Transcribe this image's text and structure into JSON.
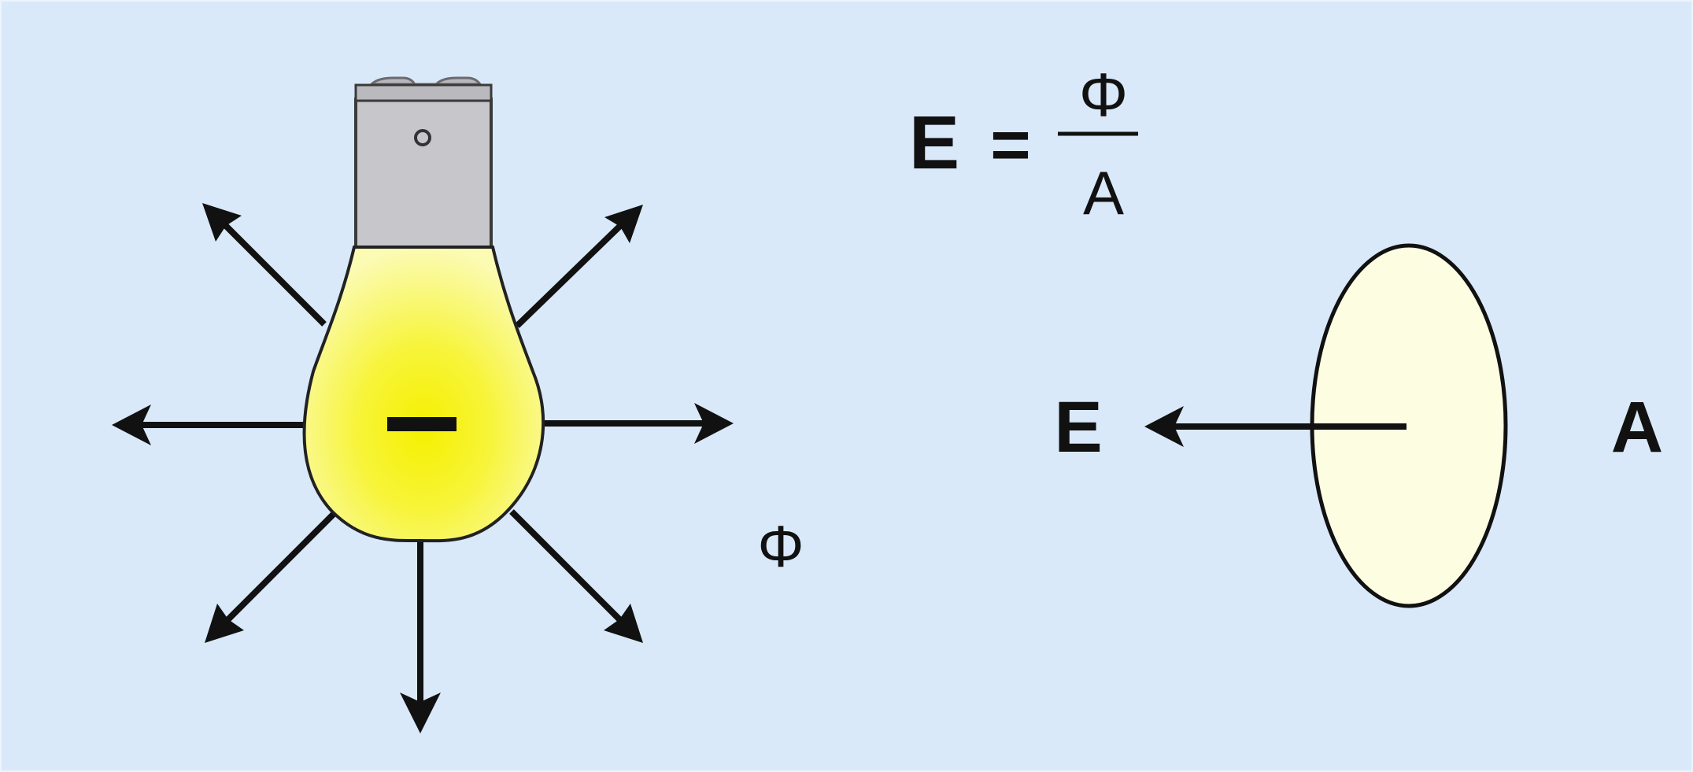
{
  "formula": {
    "lhs": "E",
    "equals": "=",
    "numerator": "Φ",
    "denominator": "A"
  },
  "labels": {
    "flux": "Φ",
    "illuminance": "E",
    "area": "A"
  },
  "colors": {
    "background": "#d9e9f9",
    "bulb_glow": "#f7f41a",
    "bulb_edge": "#fbfbb0",
    "socket": "#c8c8cc",
    "surface_fill": "#fdfde2",
    "ink": "#111111"
  }
}
